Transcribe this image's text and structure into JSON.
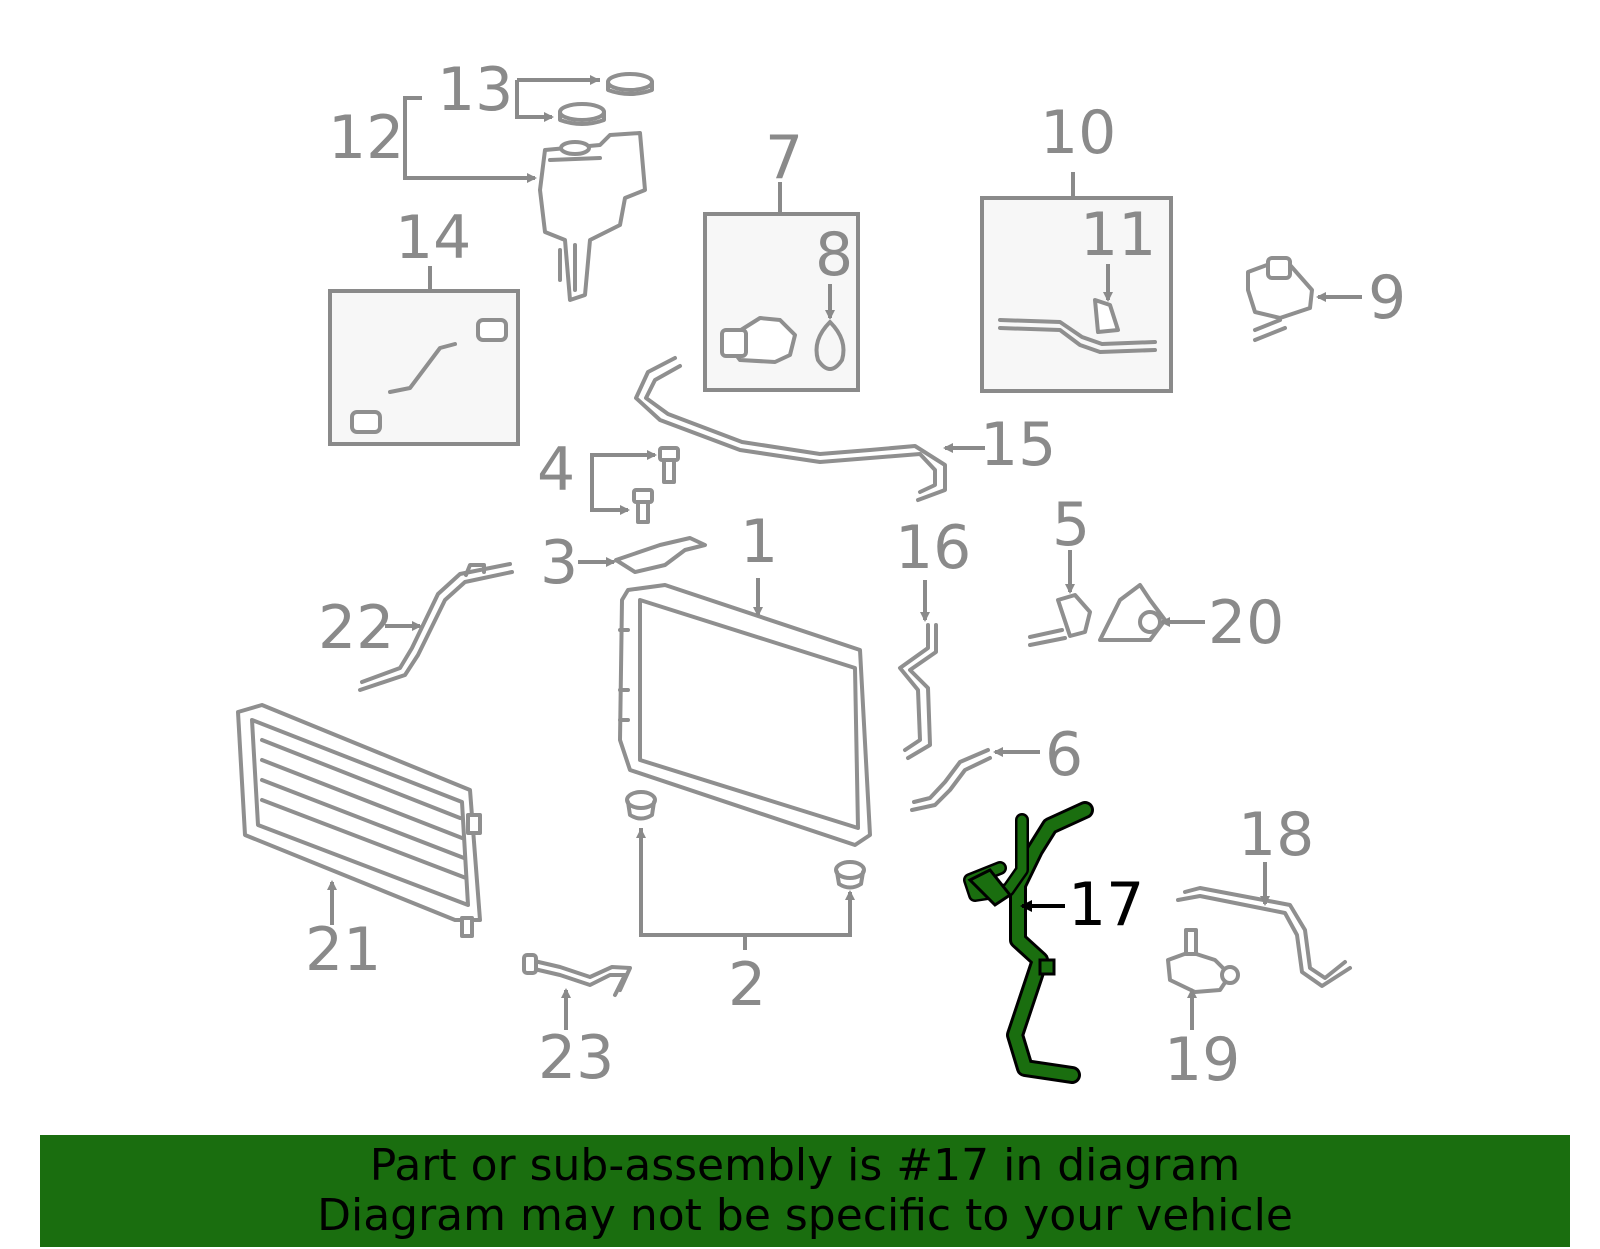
{
  "callouts": [
    "1",
    "2",
    "3",
    "4",
    "5",
    "6",
    "7",
    "8",
    "9",
    "10",
    "11",
    "12",
    "13",
    "14",
    "15",
    "16",
    "17",
    "18",
    "19",
    "20",
    "21",
    "22",
    "23"
  ],
  "highlighted_callout": "17",
  "colors": {
    "highlight": "#1a6e0f",
    "parts": "#8f8f8f",
    "labels": "#8a8a8a"
  },
  "banner": {
    "line1": "Part or sub-assembly is #17 in diagram",
    "line2": "Diagram may not be specific to your vehicle"
  }
}
